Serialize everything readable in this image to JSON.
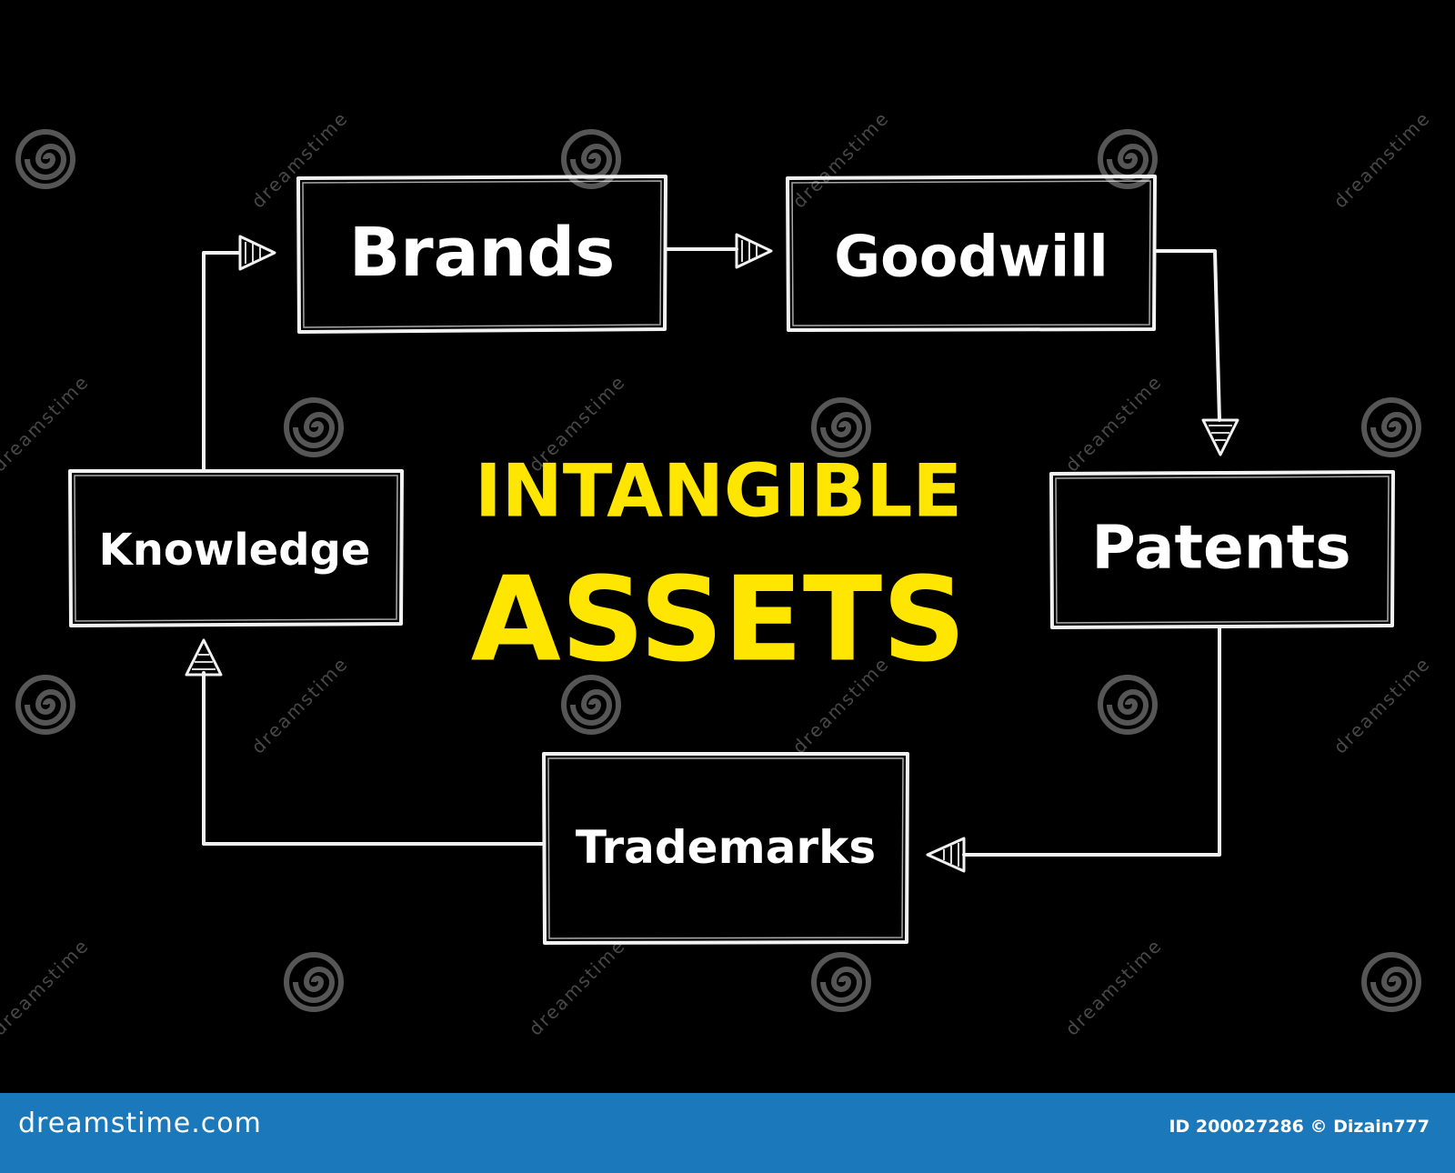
{
  "diagram": {
    "title_line1": "INTANGIBLE",
    "title_line2": "ASSETS",
    "nodes": {
      "brands": "Brands",
      "goodwill": "Goodwill",
      "patents": "Patents",
      "trademarks": "Trademarks",
      "knowledge": "Knowledge"
    },
    "flow": [
      "Brands",
      "Goodwill",
      "Patents",
      "Trademarks",
      "Knowledge",
      "Brands"
    ]
  },
  "colors": {
    "background": "#000000",
    "node_stroke": "#f2f2f2",
    "title": "#ffe600",
    "footer": "#1a78bb"
  },
  "watermark": {
    "text": "dreamstime",
    "icon": "spiral-logo-icon"
  },
  "footer": {
    "brand": "dreamstime.com",
    "credit": "ID 200027286 © Dizain777"
  }
}
